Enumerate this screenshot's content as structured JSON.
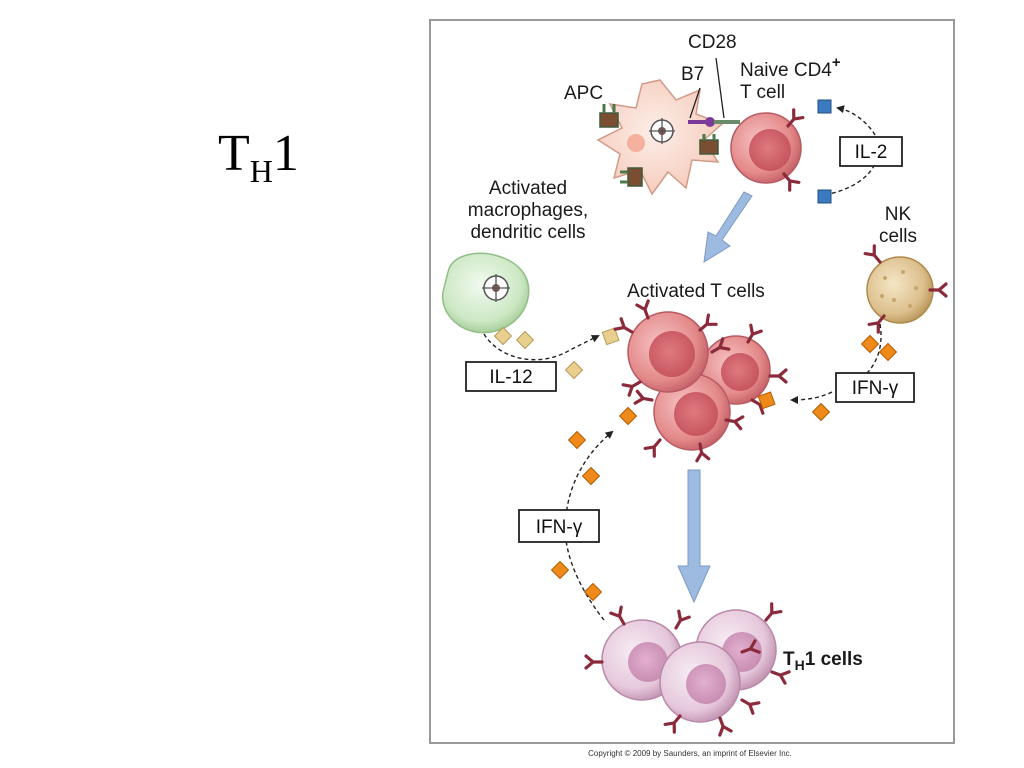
{
  "slide": {
    "title_main": "T",
    "title_sub": "H",
    "title_suffix": "1"
  },
  "diagram": {
    "labels": {
      "cd28": "CD28",
      "b7": "B7",
      "apc": "APC",
      "naive_line1": "Naive CD4",
      "naive_plus": "+",
      "naive_line2": "T cell",
      "activated_mac_line1": "Activated",
      "activated_mac_line2": "macrophages,",
      "activated_mac_line3": "dendritic cells",
      "nk_line1": "NK",
      "nk_line2": "cells",
      "activated_t": "Activated T cells",
      "th1_main": "T",
      "th1_sub": "H",
      "th1_rest": "1 cells"
    },
    "cytokine_boxes": {
      "il2": "IL-2",
      "il12": "IL-12",
      "ifn_right": "IFN-γ",
      "ifn_left": "IFN-γ"
    },
    "copyright": "Copyright © 2009 by Saunders, an imprint of Elsevier Inc.",
    "colors": {
      "frame": "#999999",
      "t_cell": "#e48a8a",
      "th1_cell": "#e6c8dc",
      "macrophage": "#cde8c4",
      "nk_cell": "#dcc08e",
      "apc": "#f6cfc0",
      "receptor": "#8b2a3a",
      "il2_square": "#3a7abf",
      "il12_diamond": "#e8cf8e",
      "ifn_diamond": "#ef8a1a",
      "flow_arrow": "#9dbbe0"
    },
    "icons": [
      "receptor-icon",
      "cytokine-diamond-icon",
      "cytokine-square-icon",
      "flow-arrow-icon"
    ]
  }
}
